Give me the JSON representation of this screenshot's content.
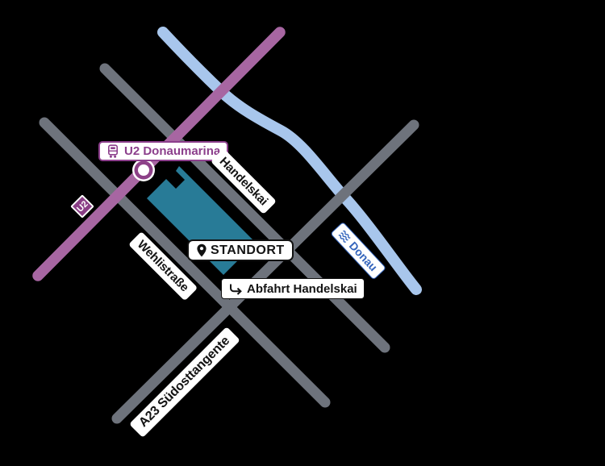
{
  "map": {
    "background_color": "#000000",
    "metro": {
      "station_label": "U2 Donaumarina",
      "badge": "U2",
      "line_color": "#a766a2",
      "badge_color": "#8a3e86",
      "label_color": "#8c3f8c"
    },
    "location": {
      "label": "STANDORT"
    },
    "exit": {
      "label": "Abfahrt Handelskai"
    },
    "roads": [
      {
        "name": "Handelskai"
      },
      {
        "name": "Wehlistraße"
      },
      {
        "name": "A23 Südosttangente"
      }
    ],
    "river": {
      "name": "Donau",
      "color": "#a8c6ec",
      "text_color": "#3465bd"
    },
    "building_color": "#287b97",
    "road_color": "#6e737c",
    "icons": [
      "train-icon",
      "u2-badge",
      "station-marker",
      "pin-icon",
      "hook-arrow-icon",
      "waves-icon"
    ]
  }
}
